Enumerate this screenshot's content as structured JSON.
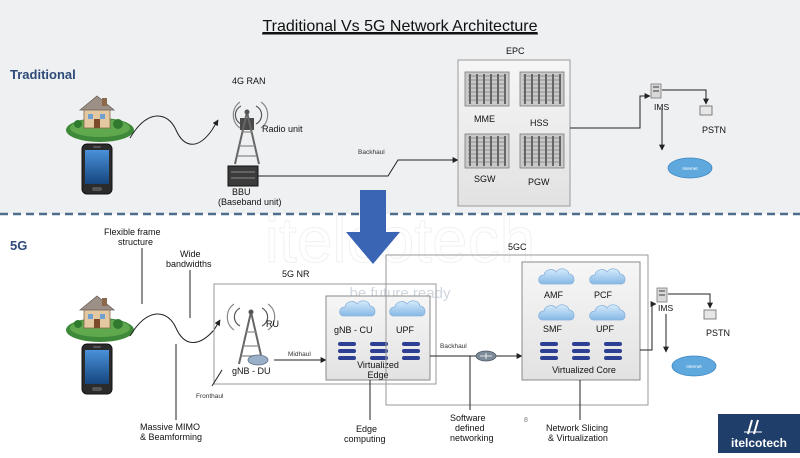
{
  "title": "Traditional Vs 5G Network Architecture",
  "traditional": {
    "section_label": "Traditional",
    "ran_label": "4G RAN",
    "radio_unit": "Radio unit",
    "bbu": "BBU",
    "bbu_full": "(Baseband unit)",
    "backhaul": "Backhaul",
    "epc_label": "EPC",
    "epc_nodes": [
      "MME",
      "HSS",
      "SGW",
      "PGW"
    ],
    "ims": "IMS",
    "pstn": "PSTN",
    "internet": "Internet"
  },
  "fiveg": {
    "section_label": "5G",
    "flexible_frame": [
      "Flexible frame",
      "structure"
    ],
    "wide_bandwidths": [
      "Wide",
      "bandwidths"
    ],
    "massive_mimo": [
      "Massive MIMO",
      "& Beamforming"
    ],
    "nr_label": "5G NR",
    "ru": "RU",
    "gnb_du": "gNB - DU",
    "fronthaul": "Fronthaul",
    "midhaul": "Midhaul",
    "edge_nodes": [
      "gNB - CU",
      "UPF"
    ],
    "edge_label": [
      "Virtualized",
      "Edge"
    ],
    "edge_computing": [
      "Edge",
      "computing"
    ],
    "backhaul": "Backhaul",
    "sdn": [
      "Software",
      "defined",
      "networking"
    ],
    "core_label": "5GC",
    "core_nodes": [
      "AMF",
      "PCF",
      "SMF",
      "UPF"
    ],
    "core_box_label": "Virtualized Core",
    "slicing": [
      "Network Slicing",
      "& Virtualization"
    ],
    "ims": "IMS",
    "pstn": "PSTN",
    "internet": "Internet"
  },
  "watermark": {
    "brand": "itelcotech",
    "tagline": "be future ready"
  },
  "page_number": "8",
  "logo": {
    "text": "itelcotech"
  },
  "colors": {
    "background": "#ffffff",
    "top_band": "#eef0f1",
    "divider": "#4f6d8c",
    "arrow": "#3a64b4",
    "cloud": "#a9cdf0",
    "queue": "#2c3f93",
    "logo_bg": "#1f3e69",
    "internet": "#5fa8dd"
  }
}
